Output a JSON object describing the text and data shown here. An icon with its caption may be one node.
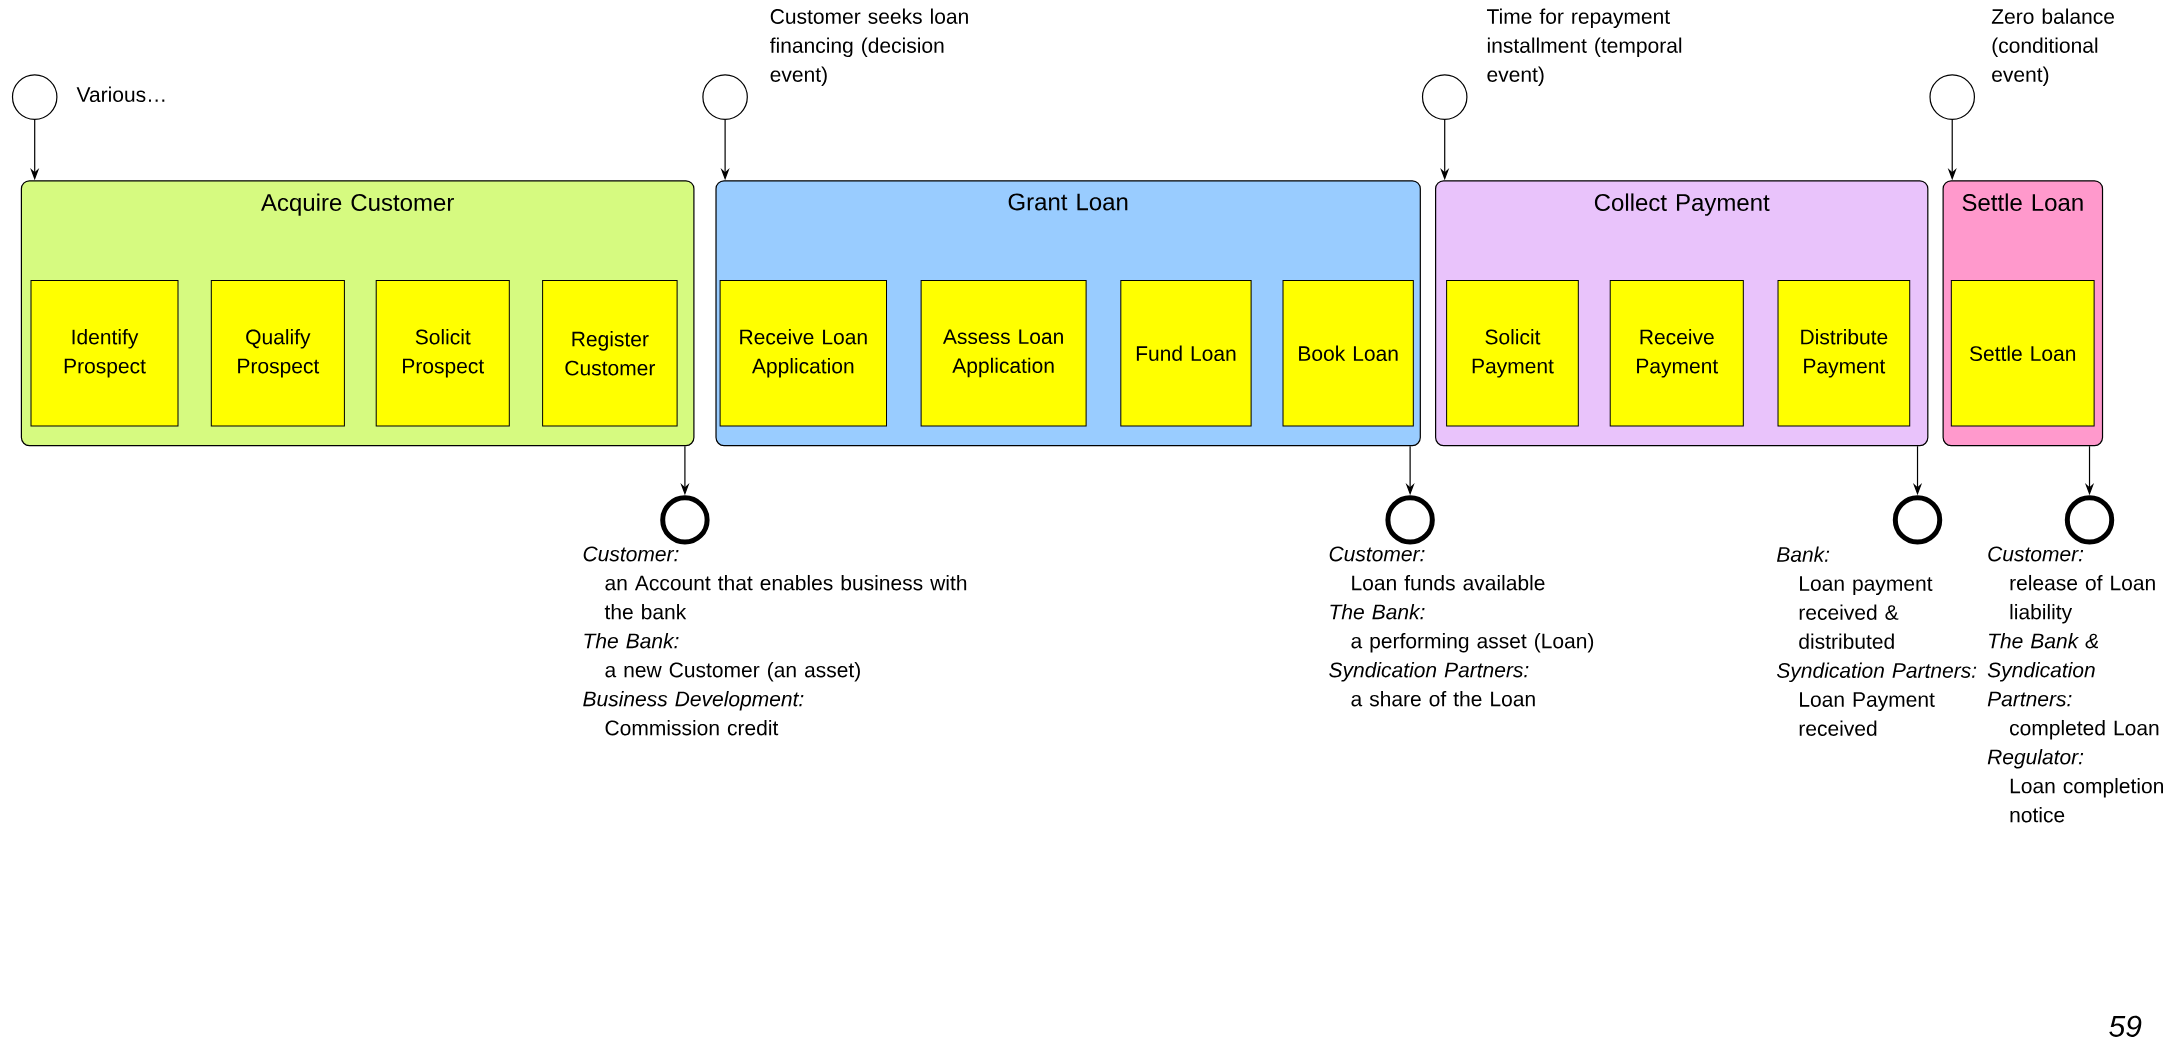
{
  "diagram": {
    "nodes": [
      {
        "text": [],
        "shape": "circle",
        "beside": [
          "Various…"
        ]
      },
      {
        "text": [],
        "shape": "circle",
        "beside": [
          "Customer seeks loan financing (decision event)"
        ]
      },
      {
        "text": [],
        "shape": "circle",
        "beside": [
          "Time for repayment installment (temporal event)"
        ]
      },
      {
        "text": [],
        "shape": "circle",
        "beside": [
          "Zero balance (conditional event)"
        ]
      },
      {
        "text": [
          "Acquire Customer"
        ]
      },
      {
        "text": [
          "Identify Prospect"
        ],
        "in": 4
      },
      {
        "text": [
          "Qualify Prospect"
        ],
        "in": 4
      },
      {
        "text": [
          "Solicit Prospect"
        ],
        "in": 4
      },
      {
        "text": [
          "Register Customer"
        ],
        "in": 4
      },
      {
        "text": [
          "Grant Loan"
        ]
      },
      {
        "text": [
          "Receive Loan Application"
        ],
        "in": 9
      },
      {
        "text": [
          "Assess Loan Application"
        ],
        "in": 9
      },
      {
        "text": [
          "Fund Loan"
        ],
        "in": 9
      },
      {
        "text": [
          "Book Loan"
        ],
        "in": 9
      },
      {
        "text": [
          "Collect Payment"
        ]
      },
      {
        "text": [
          "Solicit Payment"
        ],
        "in": 14
      },
      {
        "text": [
          "Receive Payment"
        ],
        "in": 14
      },
      {
        "text": [
          "Distribute Payment"
        ],
        "in": 14
      },
      {
        "text": [
          "Settle Loan"
        ]
      },
      {
        "text": [
          "Settle Loan"
        ],
        "in": 18
      },
      {
        "text": [],
        "shape": "circle",
        "beside": [
          "Customer:",
          "an Account that enables business with the bank",
          "The Bank:",
          "a new Customer (an asset)",
          "Business Development:",
          "Commission credit"
        ]
      },
      {
        "text": [],
        "shape": "circle",
        "beside": [
          "Customer:",
          "Loan funds available",
          "The Bank:",
          "a performing asset (Loan)",
          "Syndication Partners:",
          "a share of the Loan"
        ]
      },
      {
        "text": [],
        "shape": "circle",
        "beside": [
          "Bank:",
          "Loan payment received & distributed",
          "Syndication Partners:",
          "Loan Payment received"
        ]
      },
      {
        "text": [],
        "shape": "circle",
        "beside": [
          "Customer:",
          "release of Loan liability",
          "The Bank & Syndication Partners:",
          "completed Loan",
          "Regulator:",
          "Loan completion notice"
        ]
      }
    ],
    "edges": [
      {
        "from": 0,
        "to": 4,
        "arrow": "to"
      },
      {
        "from": 1,
        "to": 9,
        "arrow": "to"
      },
      {
        "from": 2,
        "to": 14,
        "arrow": "to"
      },
      {
        "from": 3,
        "to": 18,
        "arrow": "to"
      },
      {
        "from": 4,
        "to": 20,
        "arrow": "to"
      },
      {
        "from": 9,
        "to": 21,
        "arrow": "to"
      },
      {
        "from": 14,
        "to": 22,
        "arrow": "to"
      },
      {
        "from": 18,
        "to": 23,
        "arrow": "to"
      }
    ],
    "labels": [
      "59"
    ]
  }
}
